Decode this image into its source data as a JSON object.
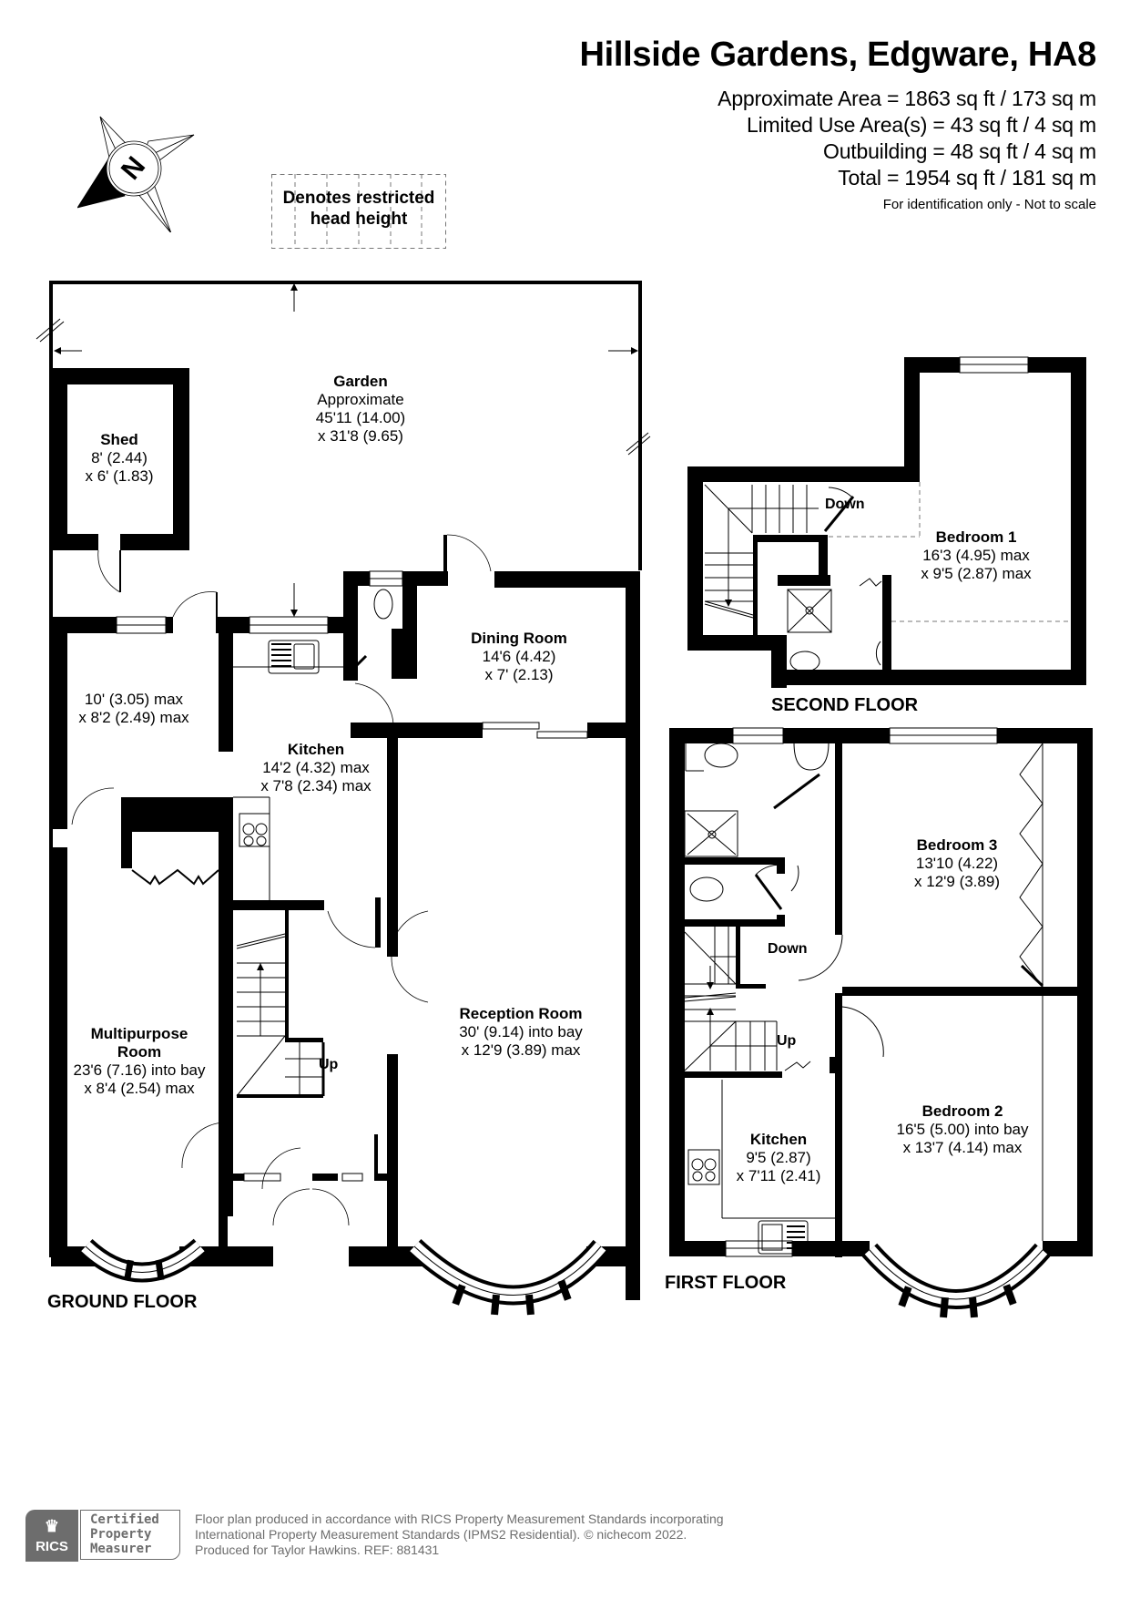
{
  "header": {
    "title": "Hillside Gardens, Edgware, HA8",
    "areas": [
      "Approximate Area = 1863 sq ft / 173 sq m",
      "Limited Use Area(s) = 43 sq ft / 4 sq m",
      "Outbuilding = 48 sq ft / 4 sq m",
      "Total = 1954 sq ft / 181 sq m"
    ],
    "note": "For identification only - Not to scale"
  },
  "compass": {
    "letter": "N",
    "icon": "north-compass-icon"
  },
  "legend": {
    "line1": "Denotes restricted",
    "line2": "head height"
  },
  "ground_floor": {
    "label": "GROUND FLOOR",
    "stair_label": "Up",
    "rooms": {
      "garden": {
        "name": "Garden",
        "line1": "Approximate",
        "line2": "45'11 (14.00)",
        "line3": "x 31'8 (9.65)"
      },
      "shed": {
        "name": "Shed",
        "line1": "8' (2.44)",
        "line2": "x 6' (1.83)"
      },
      "utility": {
        "name": "",
        "line1": "10' (3.05) max",
        "line2": "x 8'2 (2.49) max"
      },
      "dining": {
        "name": "Dining Room",
        "line1": "14'6 (4.42)",
        "line2": "x 7' (2.13)"
      },
      "kitchen": {
        "name": "Kitchen",
        "line1": "14'2 (4.32) max",
        "line2": "x 7'8 (2.34) max"
      },
      "multipurpose": {
        "name": "Multipurpose",
        "name2": "Room",
        "line1": "23'6 (7.16) into bay",
        "line2": "x 8'4 (2.54) max"
      },
      "reception": {
        "name": "Reception Room",
        "line1": "30' (9.14) into bay",
        "line2": "x 12'9 (3.89) max"
      }
    }
  },
  "second_floor": {
    "label": "SECOND FLOOR",
    "stair_label": "Down",
    "rooms": {
      "bedroom1": {
        "name": "Bedroom 1",
        "line1": "16'3 (4.95) max",
        "line2": "x 9'5 (2.87) max"
      }
    }
  },
  "first_floor": {
    "label": "FIRST FLOOR",
    "stair_down": "Down",
    "stair_up": "Up",
    "rooms": {
      "bedroom3": {
        "name": "Bedroom 3",
        "line1": "13'10 (4.22)",
        "line2": "x 12'9 (3.89)"
      },
      "bedroom2": {
        "name": "Bedroom 2",
        "line1": "16'5 (5.00) into bay",
        "line2": "x 13'7 (4.14) max"
      },
      "kitchen": {
        "name": "Kitchen",
        "line1": "9'5 (2.87)",
        "line2": "x 7'11 (2.41)"
      }
    }
  },
  "footer": {
    "badge_org": "RICS",
    "badge_line1": "Certified",
    "badge_line2": "Property",
    "badge_line3": "Measurer",
    "text_line1": "Floor plan produced in accordance with RICS Property Measurement Standards incorporating",
    "text_line2": "International Property Measurement Standards (IPMS2 Residential).   © nichecom 2022.",
    "text_line3": "Produced for Taylor Hawkins.   REF:  881431"
  }
}
